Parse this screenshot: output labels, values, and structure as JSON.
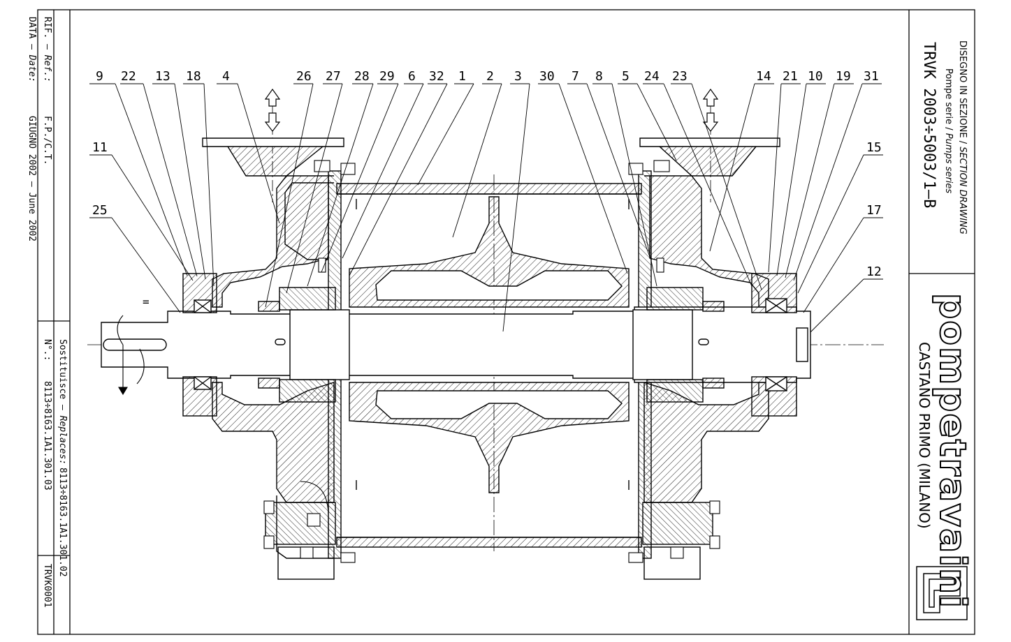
{
  "title_block": {
    "drawing_title_main": "DISEGNO IN SEZIONE",
    "drawing_title_sep": "/",
    "drawing_title_en": "SECTION DRAWING",
    "series_main": "Pompe serie",
    "series_sep": "/",
    "series_en": "Pumps series",
    "model": "TRVK 2003÷5003/1–B",
    "company": "pompetravaini",
    "location": "CASTANO PRIMO (MILANO)"
  },
  "side_block": {
    "rif_label": "RIF. – ",
    "rif_label_en": "Ref.:",
    "rif_value": "F.P./C.T.",
    "data_label": "DATA – ",
    "data_label_en": "Date:",
    "data_value": "GIUGNO 2002 – June 2002",
    "sost_label": "Sostituisce – ",
    "sost_label_en": "Replaces:",
    "sost_value": "8113÷8163.1A1.301.02",
    "n_label": "N°.:",
    "n_value": "8113÷8163.1A1.301.03",
    "code": "TRVK0001"
  },
  "callouts": [
    "9",
    "22",
    "13",
    "18",
    "4",
    "26",
    "27",
    "28",
    "29",
    "6",
    "32",
    "1",
    "2",
    "3",
    "30",
    "7",
    "8",
    "5",
    "24",
    "23",
    "14",
    "21",
    "10",
    "19",
    "31",
    "11",
    "25",
    "15",
    "17",
    "12"
  ],
  "rotation_mark": "="
}
